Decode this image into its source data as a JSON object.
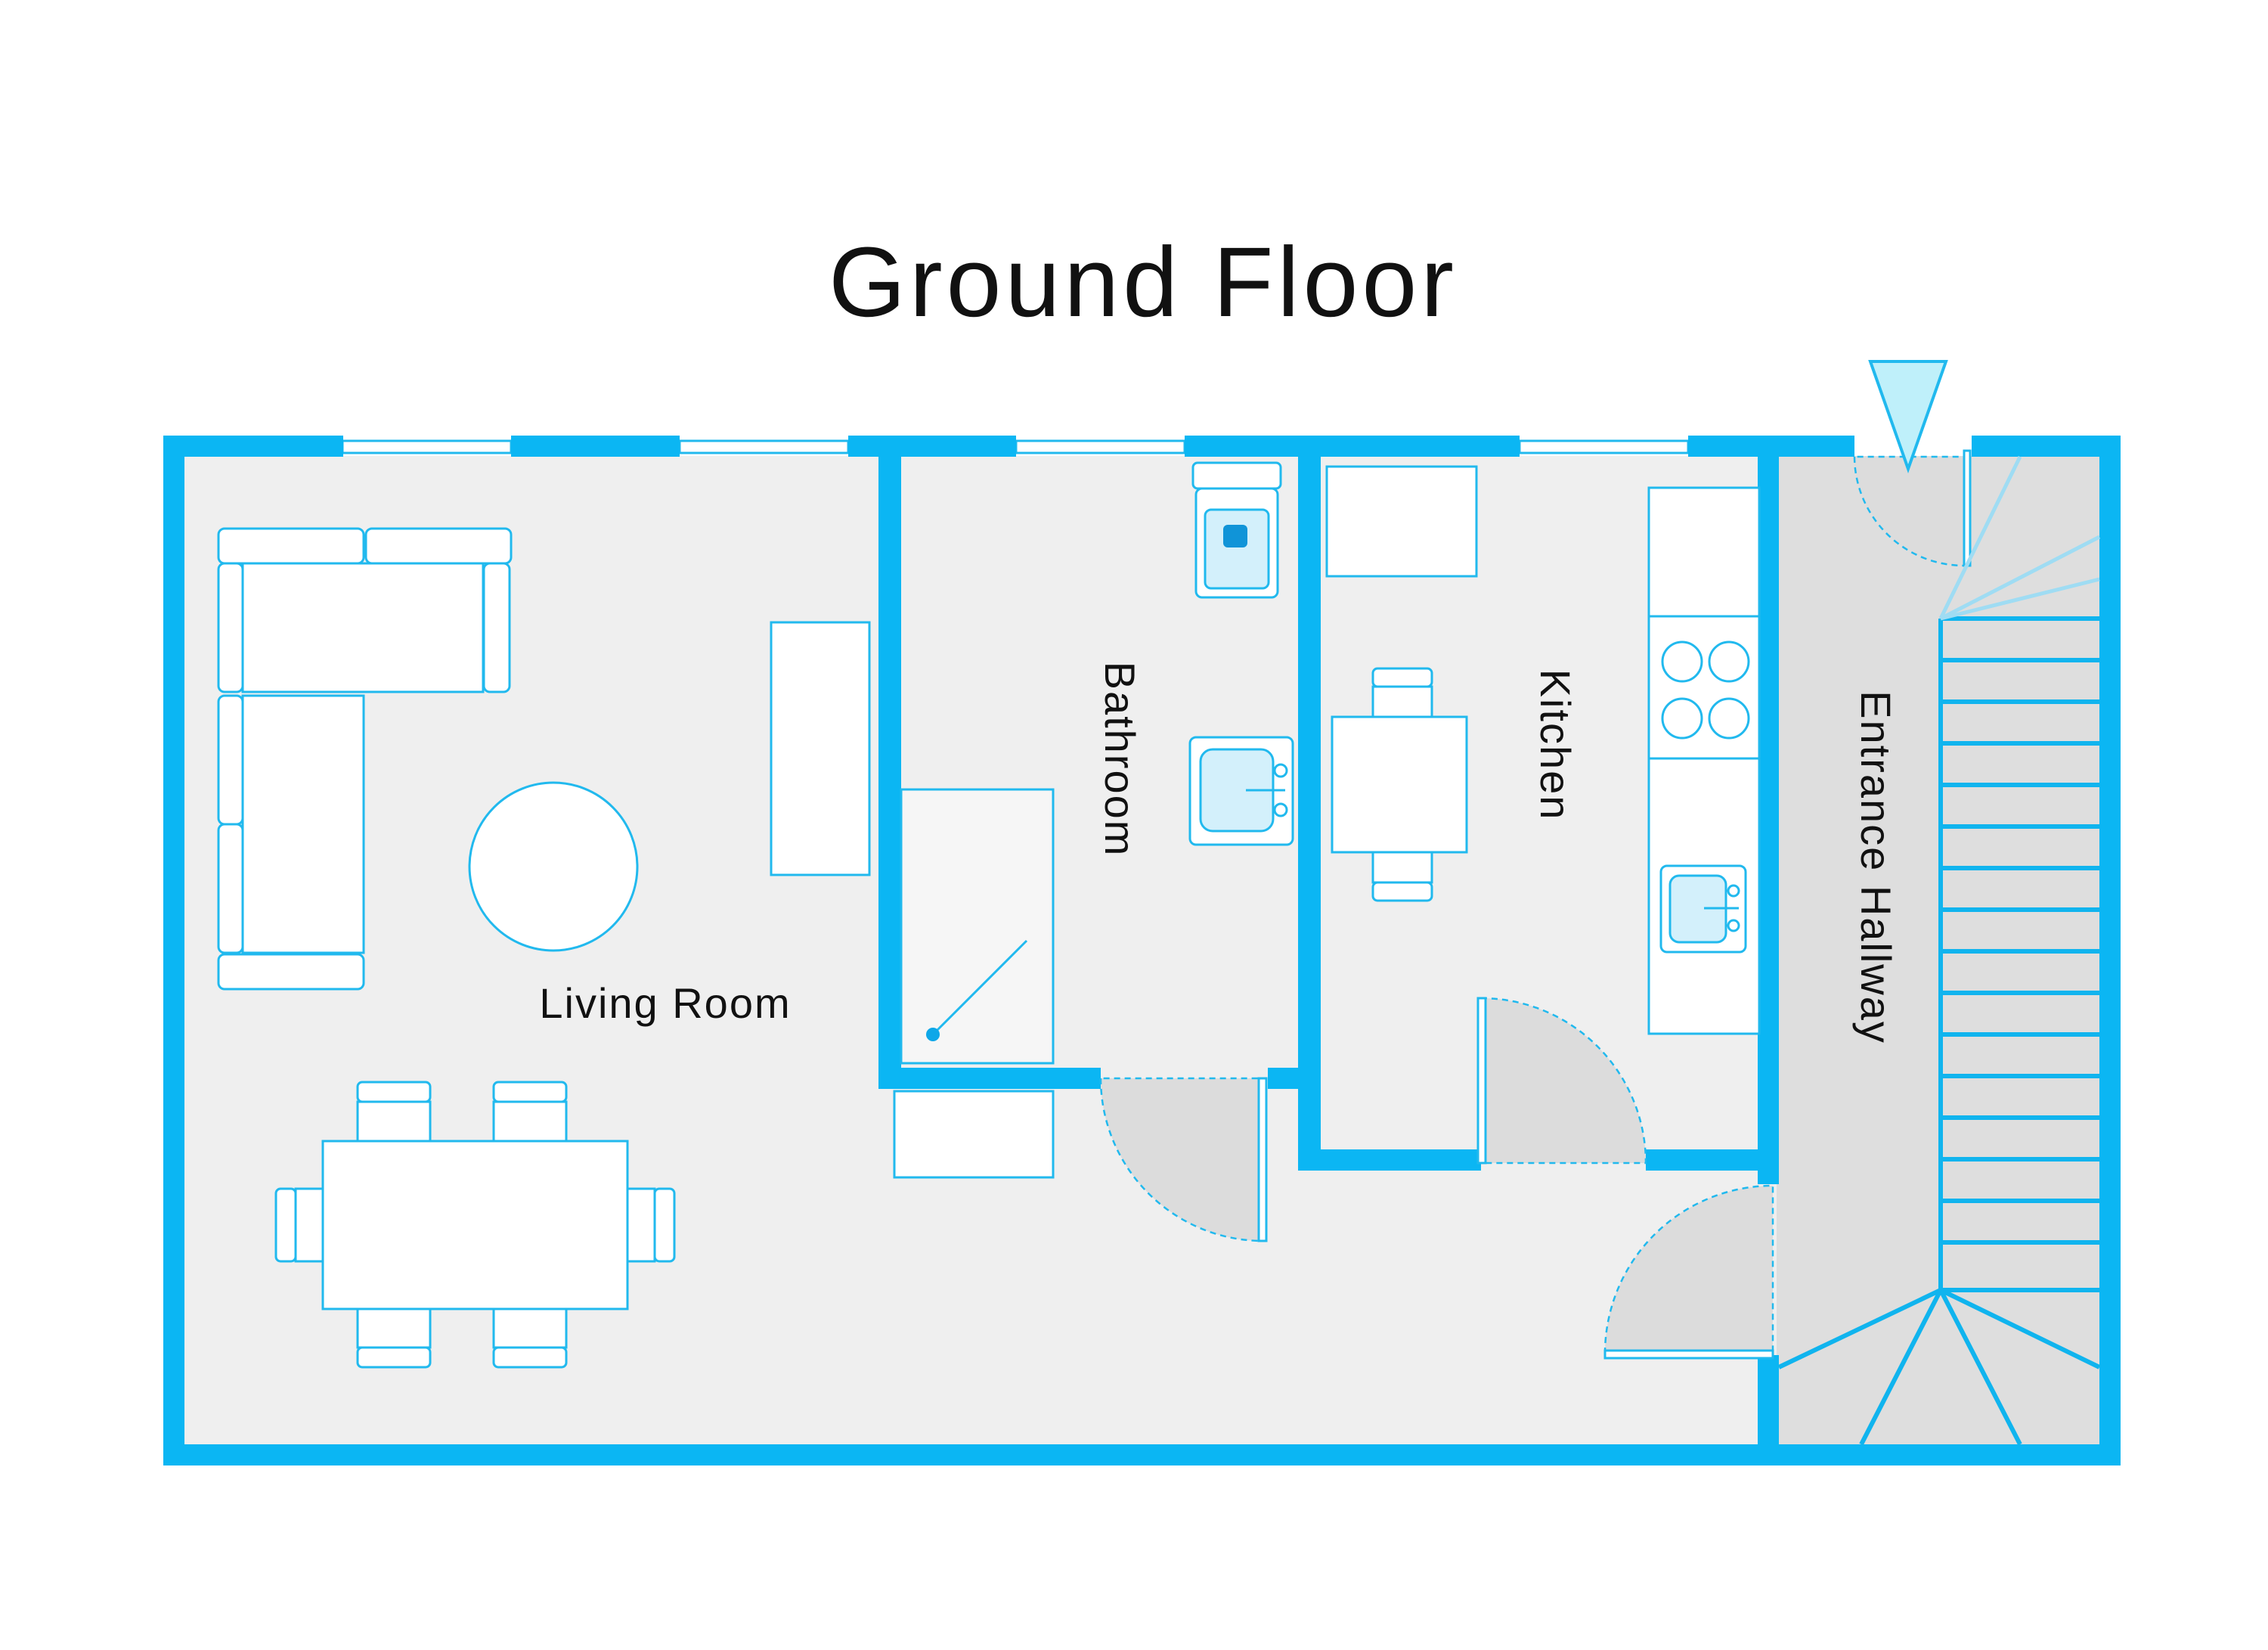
{
  "plan": {
    "title": "Ground Floor",
    "rooms": {
      "living_room": "Living Room",
      "bathroom": "Bathroom",
      "kitchen": "Kitchen",
      "entrance_hallway": "Entrance Hallway"
    },
    "colors": {
      "wall": "#0bb6f3",
      "floor": "#efefef",
      "hallway_floor": "#dedede",
      "furniture_outline": "#21b9ee",
      "fixture_fill": "#d3f0fb"
    },
    "icons": {
      "entrance": "entrance-arrow-icon"
    }
  }
}
